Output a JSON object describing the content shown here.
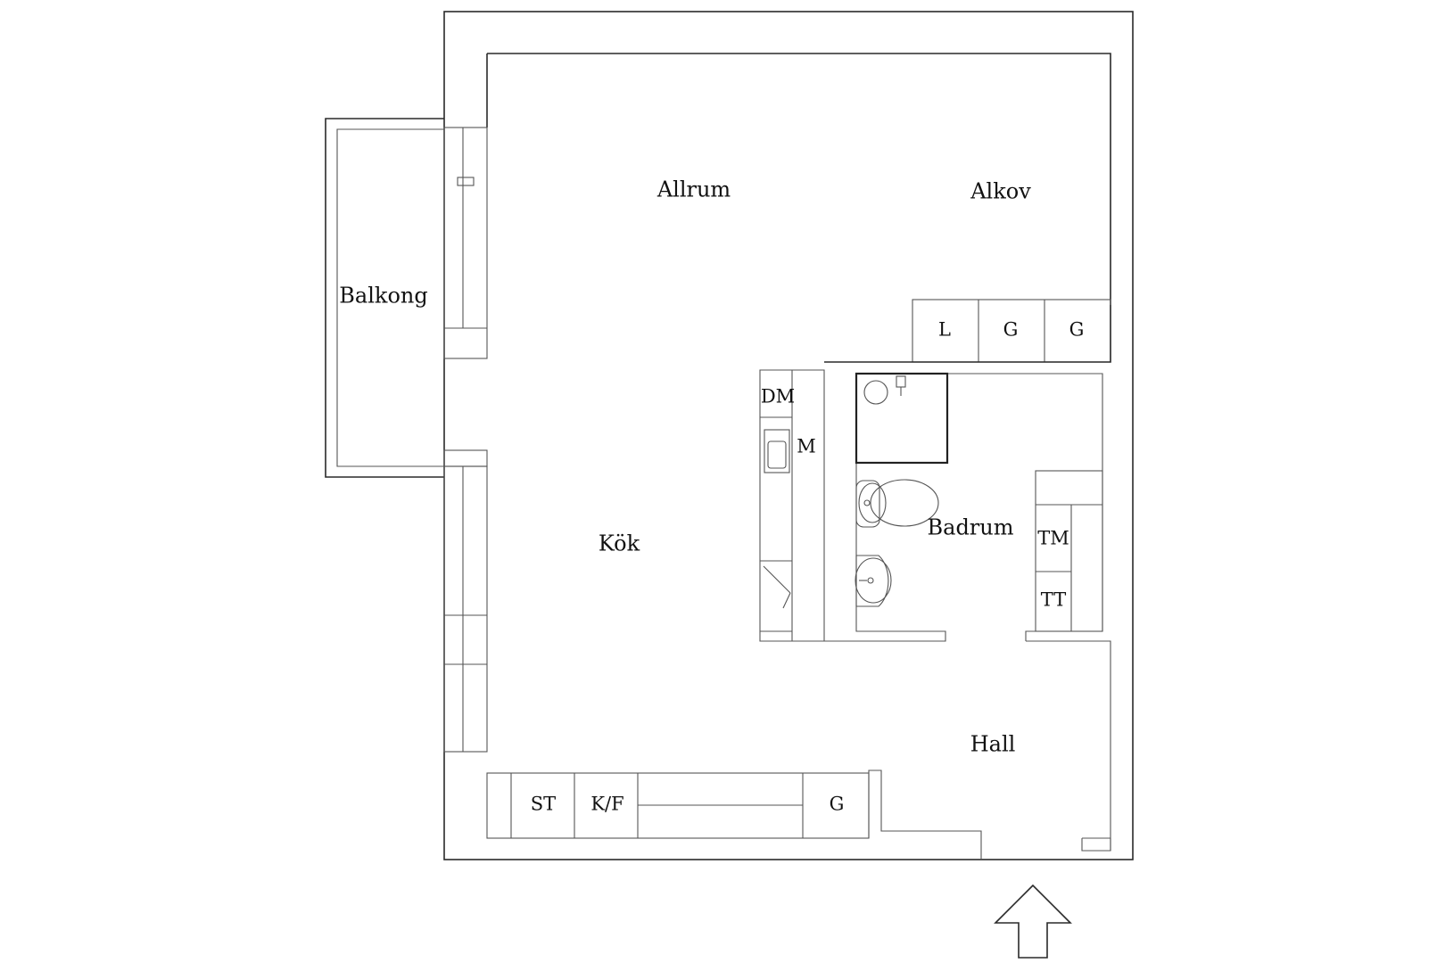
{
  "rooms": {
    "allrum": "Allrum",
    "alkov": "Alkov",
    "balkong": "Balkong",
    "kok": "Kök",
    "badrum": "Badrum",
    "hall": "Hall"
  },
  "fixtures": {
    "wardrobe_l": "L",
    "wardrobe_g1": "G",
    "wardrobe_g2": "G",
    "dishwasher": "DM",
    "microwave": "M",
    "stove": "ST",
    "fridge_freezer": "K/F",
    "hall_wardrobe": "G",
    "washing_machine": "TM",
    "tumble_dryer": "TT"
  },
  "icons": {
    "entrance": "entrance-arrow-icon",
    "sink": "sink-icon",
    "toilet": "toilet-icon",
    "shower": "shower-icon",
    "kitchen_sink": "kitchen-sink-icon"
  },
  "colors": {
    "line": "#2a2a2a",
    "background": "#ffffff"
  }
}
